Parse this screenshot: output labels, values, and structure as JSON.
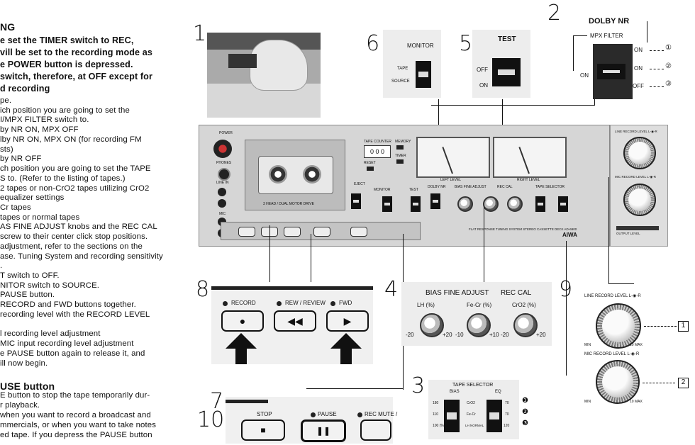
{
  "text_column": [
    {
      "t": "NG",
      "s": "h"
    },
    {
      "t": "e set the TIMER switch to REC,",
      "s": "b"
    },
    {
      "t": "vill be set to the recording mode as",
      "s": "b"
    },
    {
      "t": "e POWER button is depressed.",
      "s": "b"
    },
    {
      "t": "switch, therefore, at OFF except for",
      "s": "b"
    },
    {
      "t": "d recording",
      "s": "b"
    },
    {
      "t": "pe.",
      "s": ""
    },
    {
      "t": "ich  position  you  are  going  to  set  the",
      "s": ""
    },
    {
      "t": "I/MPX FILTER switch to.",
      "s": ""
    },
    {
      "t": "by NR ON, MPX OFF",
      "s": ""
    },
    {
      "t": "lby  NR  ON,  MPX  ON  (for  recording  FM",
      "s": ""
    },
    {
      "t": "sts)",
      "s": ""
    },
    {
      "t": "by NR OFF",
      "s": ""
    },
    {
      "t": "ch position you are going to set the TAPE",
      "s": ""
    },
    {
      "t": "S to. (Refer to the listing of tapes.)",
      "s": ""
    },
    {
      "t": "2  tapes  or  non-CrO2  tapes  utilizing  CrO2",
      "s": ""
    },
    {
      "t": "equalizer settings",
      "s": ""
    },
    {
      "t": "Cr tapes",
      "s": ""
    },
    {
      "t": "tapes or normal tapes",
      "s": ""
    },
    {
      "t": "AS FINE ADJUST knobs and the REC CAL",
      "s": ""
    },
    {
      "t": "screw to their center click stop positions.",
      "s": ""
    },
    {
      "t": "adjustment,  refer  to  the  sections  on  the",
      "s": ""
    },
    {
      "t": "ase. Tuning System and recording sensitivity",
      "s": ""
    },
    {
      "t": ".",
      "s": ""
    },
    {
      "t": "T switch to OFF.",
      "s": ""
    },
    {
      "t": "NITOR switch to SOURCE.",
      "s": ""
    },
    {
      "t": "PAUSE button.",
      "s": ""
    },
    {
      "t": "RECORD and FWD buttons together.",
      "s": ""
    },
    {
      "t": "recording level with the RECORD LEVEL",
      "s": ""
    },
    {
      "t": "",
      "s": ""
    },
    {
      "t": "l recording level adjustment",
      "s": ""
    },
    {
      "t": "MIC input recording level adjustment",
      "s": ""
    },
    {
      "t": "e  PAUSE  button  again  to  release  it,  and",
      "s": ""
    },
    {
      "t": "ill now begin.",
      "s": ""
    },
    {
      "t": "",
      "s": ""
    },
    {
      "t": "USE  button",
      "s": "h"
    },
    {
      "t": "E button to stop the tape temporarily dur-",
      "s": ""
    },
    {
      "t": "r playback.",
      "s": ""
    },
    {
      "t": "when  you  want  to  record  a  broadcast  and",
      "s": ""
    },
    {
      "t": "mmercials, or when you want to take notes",
      "s": ""
    },
    {
      "t": "ed  tape.  If  you  depress  the  PAUSE  button",
      "s": ""
    }
  ],
  "callouts": {
    "n1": "1",
    "n2": "2",
    "n3": "3",
    "n4": "4",
    "n5": "5",
    "n6": "6",
    "n7": "7",
    "n8": "8",
    "n9": "9",
    "n10": "10"
  },
  "dolby": {
    "title": "DOLBY NR",
    "mpx": "MPX FILTER",
    "on_left": "ON",
    "on1": "ON",
    "on2": "ON",
    "off": "OFF",
    "m1": "①",
    "m2": "②",
    "m3": "③"
  },
  "test": {
    "title": "TEST",
    "off": "OFF",
    "on": "ON"
  },
  "monitor": {
    "title": "MONITOR",
    "tape": "TAPE",
    "source": "SOURCE"
  },
  "bias": {
    "title": "BIAS FINE ADJUST",
    "rec_cal": "REC CAL",
    "lh": "LH (%)",
    "fecr": "Fe-Cr (%)",
    "cro2": "CrO2 (%)",
    "m20a": "-20",
    "p20a": "+20",
    "m10": "-10",
    "p10": "+10",
    "m20b": "-20",
    "p20b": "+20"
  },
  "transport8": {
    "record": "RECORD",
    "rew": "REW / REVIEW",
    "fwd": "FWD",
    "rew_sym": "◀◀",
    "fwd_sym": "▶",
    "rec_sym": "●"
  },
  "transport10": {
    "stop": "STOP",
    "pause": "PAUSE",
    "rec_mute": "REC MUTE /",
    "stop_sym": "■",
    "pause_sym": "❚❚"
  },
  "tape_selector": {
    "title": "TAPE SELECTOR",
    "bias": "BIAS",
    "eq": "EQ",
    "b1": "180",
    "b2": "110",
    "b3": "100 (%)",
    "c1": "CrO2",
    "c2": "Fe-Cr",
    "c3": "LH NORMAL",
    "e1": "70",
    "e2": "70",
    "e3": "120",
    "k1": "❶",
    "k2": "❷",
    "k3": "❸"
  },
  "line_rec": {
    "title": "LINE RECORD LEVEL  L-◉-R",
    "mic": "MIC RECORD LEVEL  L-◉-R",
    "k1": "1",
    "k2": "2",
    "min": "MIN",
    "max": "10 MAX"
  },
  "deck": {
    "brand": "AIWA",
    "counter": "0 0 0",
    "tape_counter": "TAPE COUNTER",
    "memory": "MEMORY",
    "reset": "RESET",
    "timer": "TIMER",
    "power": "POWER",
    "phones": "PHONES",
    "line_in": "LINE IN",
    "mic": "MIC",
    "eject": "EJECT",
    "monitor": "MONITOR",
    "test": "TEST",
    "dolby": "DOLBY NR",
    "bias": "BIAS FINE ADJUST",
    "rec_cal": "REC CAL",
    "tape_sel": "TAPE SELECTOR",
    "left_level": "LEFT LEVEL",
    "right_level": "RIGHT LEVEL",
    "head": "3 HEAD / DUAL MOTOR DRIVE",
    "flat": "FLAT RESPONSE TUNING SYSTEM  STEREO CASSETTE DECK AD-6900",
    "output": "OUTPUT LEVEL",
    "line_rec": "LINE RECORD LEVEL L-◉-R",
    "mic_rec": "MIC RECORD LEVEL L-◉-R"
  }
}
